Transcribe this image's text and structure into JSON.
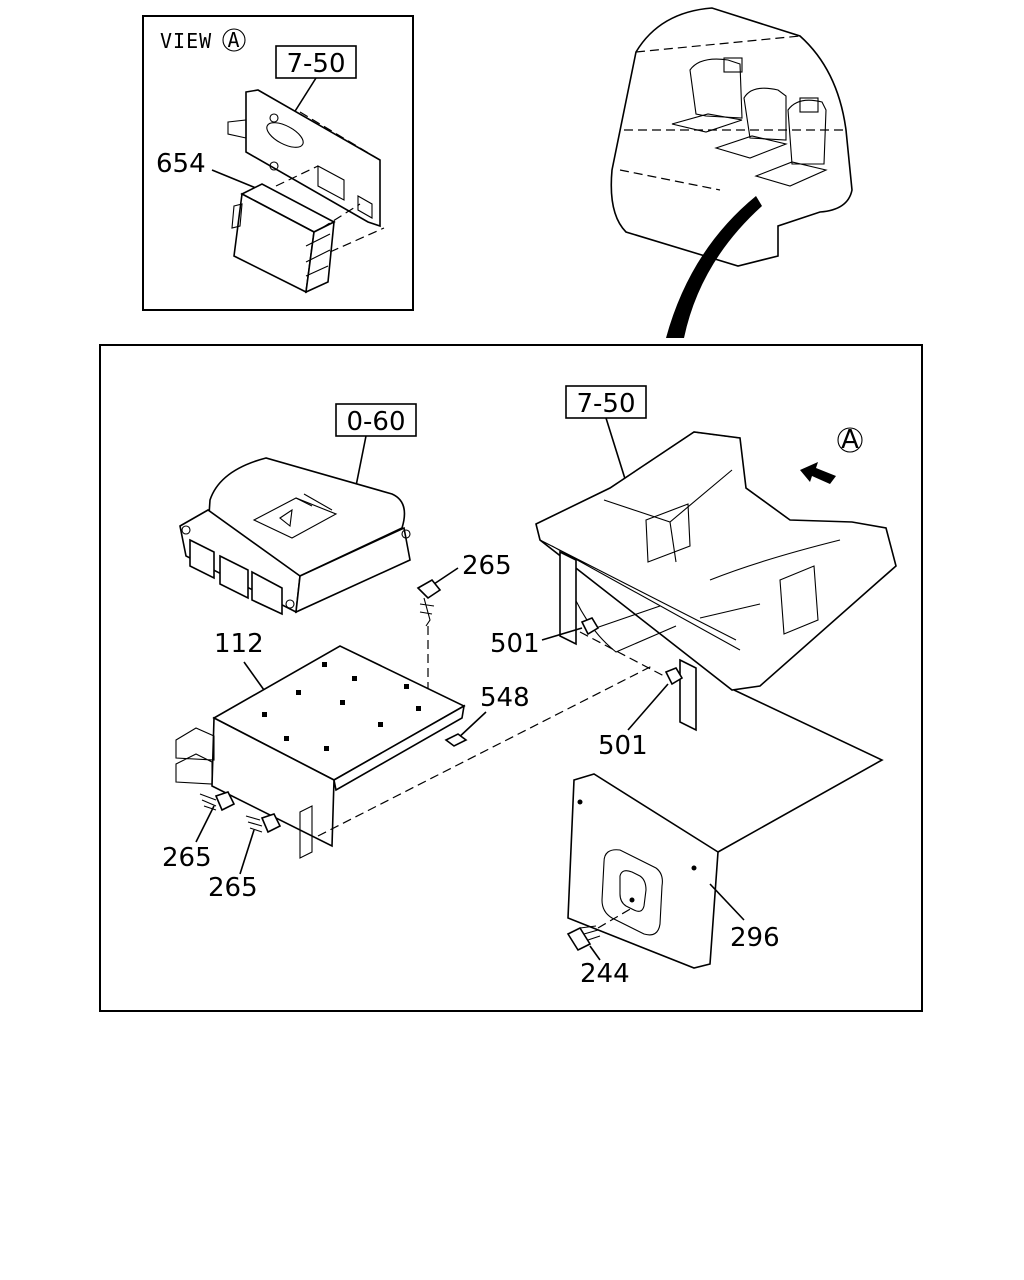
{
  "view_label": "VIEW",
  "view_marker": "A",
  "direction_marker": "A",
  "refs": {
    "inset_ref": "7-50",
    "ecu_ref": "0-60",
    "floor_ref": "7-50"
  },
  "part_numbers": {
    "module_654": "654",
    "screw_265_top": "265",
    "bracket_112": "112",
    "nut_501_left": "501",
    "clip_548": "548",
    "nut_501_right": "501",
    "screw_265_left": "265",
    "screw_265_bottom": "265",
    "cover_296": "296",
    "bolt_244": "244"
  }
}
